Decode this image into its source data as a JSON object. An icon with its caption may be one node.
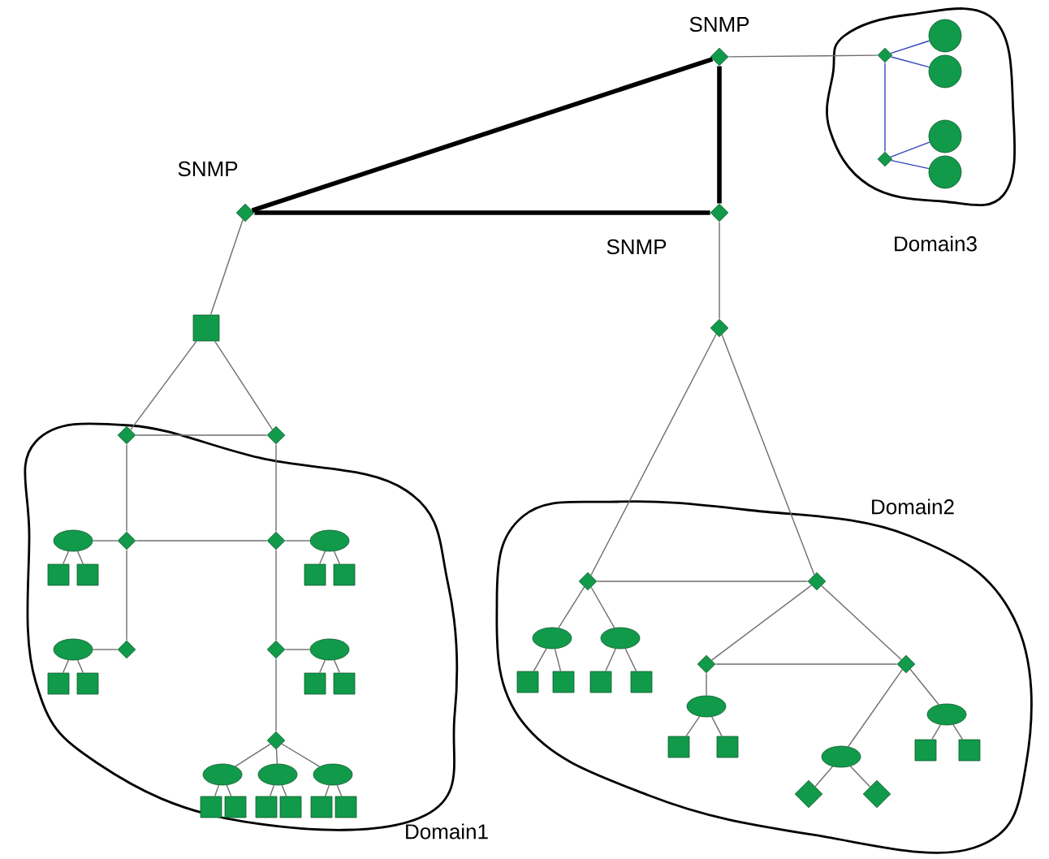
{
  "diagram": {
    "nodes": [
      {
        "text": [],
        "shape": "diamond",
        "beside": [
          "SNMP"
        ]
      },
      {
        "text": [],
        "shape": "diamond",
        "beside": [
          "SNMP"
        ]
      },
      {
        "text": [],
        "shape": "diamond",
        "beside": [
          "SNMP"
        ]
      },
      {
        "text": [],
        "shape": "box"
      },
      {
        "text": [],
        "shape": "diamond"
      },
      {
        "text": [
          "Domain3"
        ]
      },
      {
        "text": [],
        "shape": "diamond",
        "in": 5
      },
      {
        "text": [],
        "shape": "circle",
        "in": 5
      },
      {
        "text": [],
        "shape": "circle",
        "in": 5
      },
      {
        "text": [],
        "shape": "diamond",
        "in": 5
      },
      {
        "text": [],
        "shape": "circle",
        "in": 5
      },
      {
        "text": [],
        "shape": "circle",
        "in": 5
      },
      {
        "text": [
          "Domain1"
        ]
      },
      {
        "text": [],
        "shape": "diamond",
        "in": 12
      },
      {
        "text": [],
        "shape": "diamond",
        "in": 12
      },
      {
        "text": [],
        "shape": "diamond",
        "in": 12
      },
      {
        "text": [],
        "shape": "diamond",
        "in": 12
      },
      {
        "text": [],
        "shape": "ellipse",
        "in": 12
      },
      {
        "text": [],
        "shape": "box",
        "in": 12
      },
      {
        "text": [],
        "shape": "box",
        "in": 12
      },
      {
        "text": [],
        "shape": "ellipse",
        "in": 12
      },
      {
        "text": [],
        "shape": "box",
        "in": 12
      },
      {
        "text": [],
        "shape": "box",
        "in": 12
      },
      {
        "text": [],
        "shape": "diamond",
        "in": 12
      },
      {
        "text": [],
        "shape": "ellipse",
        "in": 12
      },
      {
        "text": [],
        "shape": "box",
        "in": 12
      },
      {
        "text": [],
        "shape": "box",
        "in": 12
      },
      {
        "text": [],
        "shape": "diamond",
        "in": 12
      },
      {
        "text": [],
        "shape": "ellipse",
        "in": 12
      },
      {
        "text": [],
        "shape": "box",
        "in": 12
      },
      {
        "text": [],
        "shape": "box",
        "in": 12
      },
      {
        "text": [],
        "shape": "diamond",
        "in": 12
      },
      {
        "text": [],
        "shape": "ellipse",
        "in": 12
      },
      {
        "text": [],
        "shape": "box",
        "in": 12
      },
      {
        "text": [],
        "shape": "box",
        "in": 12
      },
      {
        "text": [],
        "shape": "ellipse",
        "in": 12
      },
      {
        "text": [],
        "shape": "box",
        "in": 12
      },
      {
        "text": [],
        "shape": "box",
        "in": 12
      },
      {
        "text": [],
        "shape": "ellipse",
        "in": 12
      },
      {
        "text": [],
        "shape": "box",
        "in": 12
      },
      {
        "text": [],
        "shape": "box",
        "in": 12
      },
      {
        "text": [
          "Domain2"
        ]
      },
      {
        "text": [],
        "shape": "diamond",
        "in": 41
      },
      {
        "text": [],
        "shape": "diamond",
        "in": 41
      },
      {
        "text": [],
        "shape": "ellipse",
        "in": 41
      },
      {
        "text": [],
        "shape": "box",
        "in": 41
      },
      {
        "text": [],
        "shape": "box",
        "in": 41
      },
      {
        "text": [],
        "shape": "ellipse",
        "in": 41
      },
      {
        "text": [],
        "shape": "box",
        "in": 41
      },
      {
        "text": [],
        "shape": "box",
        "in": 41
      },
      {
        "text": [],
        "shape": "diamond",
        "in": 41
      },
      {
        "text": [],
        "shape": "diamond",
        "in": 41
      },
      {
        "text": [],
        "shape": "ellipse",
        "in": 41
      },
      {
        "text": [],
        "shape": "box",
        "in": 41
      },
      {
        "text": [],
        "shape": "box",
        "in": 41
      },
      {
        "text": [],
        "shape": "ellipse",
        "in": 41
      },
      {
        "text": [],
        "shape": "diamond",
        "in": 41
      },
      {
        "text": [],
        "shape": "diamond",
        "in": 41
      },
      {
        "text": [],
        "shape": "ellipse",
        "in": 41
      },
      {
        "text": [],
        "shape": "box",
        "in": 41
      },
      {
        "text": [],
        "shape": "box",
        "in": 41
      }
    ],
    "edges": [
      {
        "from": 0,
        "to": 1,
        "arrow": "none",
        "style": "thick",
        "color": "#000000"
      },
      {
        "from": 0,
        "to": 2,
        "arrow": "none",
        "style": "thick",
        "color": "#000000"
      },
      {
        "from": 1,
        "to": 2,
        "arrow": "none",
        "style": "thick",
        "color": "#000000"
      },
      {
        "from": 0,
        "to": 6,
        "arrow": "none"
      },
      {
        "from": 1,
        "to": 3,
        "arrow": "none"
      },
      {
        "from": 2,
        "to": 4,
        "arrow": "none"
      },
      {
        "from": 6,
        "to": 7,
        "arrow": "none",
        "color": "#3344bb"
      },
      {
        "from": 6,
        "to": 8,
        "arrow": "none",
        "color": "#3344bb"
      },
      {
        "from": 6,
        "to": 9,
        "arrow": "none",
        "color": "#3344bb"
      },
      {
        "from": 9,
        "to": 10,
        "arrow": "none",
        "color": "#3344bb"
      },
      {
        "from": 9,
        "to": 11,
        "arrow": "none",
        "color": "#3344bb"
      },
      {
        "from": 3,
        "to": 13,
        "arrow": "none"
      },
      {
        "from": 3,
        "to": 14,
        "arrow": "none"
      },
      {
        "from": 13,
        "to": 14,
        "arrow": "none"
      },
      {
        "from": 13,
        "to": 15,
        "arrow": "none"
      },
      {
        "from": 14,
        "to": 16,
        "arrow": "none"
      },
      {
        "from": 15,
        "to": 16,
        "arrow": "none"
      },
      {
        "from": 15,
        "to": 17,
        "arrow": "none"
      },
      {
        "from": 17,
        "to": 18,
        "arrow": "none"
      },
      {
        "from": 17,
        "to": 19,
        "arrow": "none"
      },
      {
        "from": 16,
        "to": 20,
        "arrow": "none"
      },
      {
        "from": 20,
        "to": 21,
        "arrow": "none"
      },
      {
        "from": 20,
        "to": 22,
        "arrow": "none"
      },
      {
        "from": 15,
        "to": 23,
        "arrow": "none"
      },
      {
        "from": 23,
        "to": 24,
        "arrow": "none"
      },
      {
        "from": 24,
        "to": 25,
        "arrow": "none"
      },
      {
        "from": 24,
        "to": 26,
        "arrow": "none"
      },
      {
        "from": 16,
        "to": 27,
        "arrow": "none"
      },
      {
        "from": 27,
        "to": 28,
        "arrow": "none"
      },
      {
        "from": 28,
        "to": 29,
        "arrow": "none"
      },
      {
        "from": 28,
        "to": 30,
        "arrow": "none"
      },
      {
        "from": 27,
        "to": 31,
        "arrow": "none"
      },
      {
        "from": 31,
        "to": 32,
        "arrow": "none"
      },
      {
        "from": 32,
        "to": 33,
        "arrow": "none"
      },
      {
        "from": 32,
        "to": 34,
        "arrow": "none"
      },
      {
        "from": 31,
        "to": 35,
        "arrow": "none"
      },
      {
        "from": 35,
        "to": 36,
        "arrow": "none"
      },
      {
        "from": 35,
        "to": 37,
        "arrow": "none"
      },
      {
        "from": 31,
        "to": 38,
        "arrow": "none"
      },
      {
        "from": 38,
        "to": 39,
        "arrow": "none"
      },
      {
        "from": 38,
        "to": 40,
        "arrow": "none"
      },
      {
        "from": 4,
        "to": 42,
        "arrow": "none"
      },
      {
        "from": 4,
        "to": 43,
        "arrow": "none"
      },
      {
        "from": 42,
        "to": 43,
        "arrow": "none"
      },
      {
        "from": 42,
        "to": 44,
        "arrow": "none"
      },
      {
        "from": 44,
        "to": 45,
        "arrow": "none"
      },
      {
        "from": 44,
        "to": 46,
        "arrow": "none"
      },
      {
        "from": 42,
        "to": 47,
        "arrow": "none"
      },
      {
        "from": 47,
        "to": 48,
        "arrow": "none"
      },
      {
        "from": 47,
        "to": 49,
        "arrow": "none"
      },
      {
        "from": 43,
        "to": 50,
        "arrow": "none"
      },
      {
        "from": 43,
        "to": 51,
        "arrow": "none"
      },
      {
        "from": 50,
        "to": 51,
        "arrow": "none"
      },
      {
        "from": 50,
        "to": 52,
        "arrow": "none"
      },
      {
        "from": 52,
        "to": 53,
        "arrow": "none"
      },
      {
        "from": 52,
        "to": 54,
        "arrow": "none"
      },
      {
        "from": 51,
        "to": 55,
        "arrow": "none"
      },
      {
        "from": 55,
        "to": 56,
        "arrow": "none"
      },
      {
        "from": 55,
        "to": 57,
        "arrow": "none"
      },
      {
        "from": 51,
        "to": 58,
        "arrow": "none"
      },
      {
        "from": 58,
        "to": 59,
        "arrow": "none"
      },
      {
        "from": 58,
        "to": 60,
        "arrow": "none"
      }
    ]
  }
}
